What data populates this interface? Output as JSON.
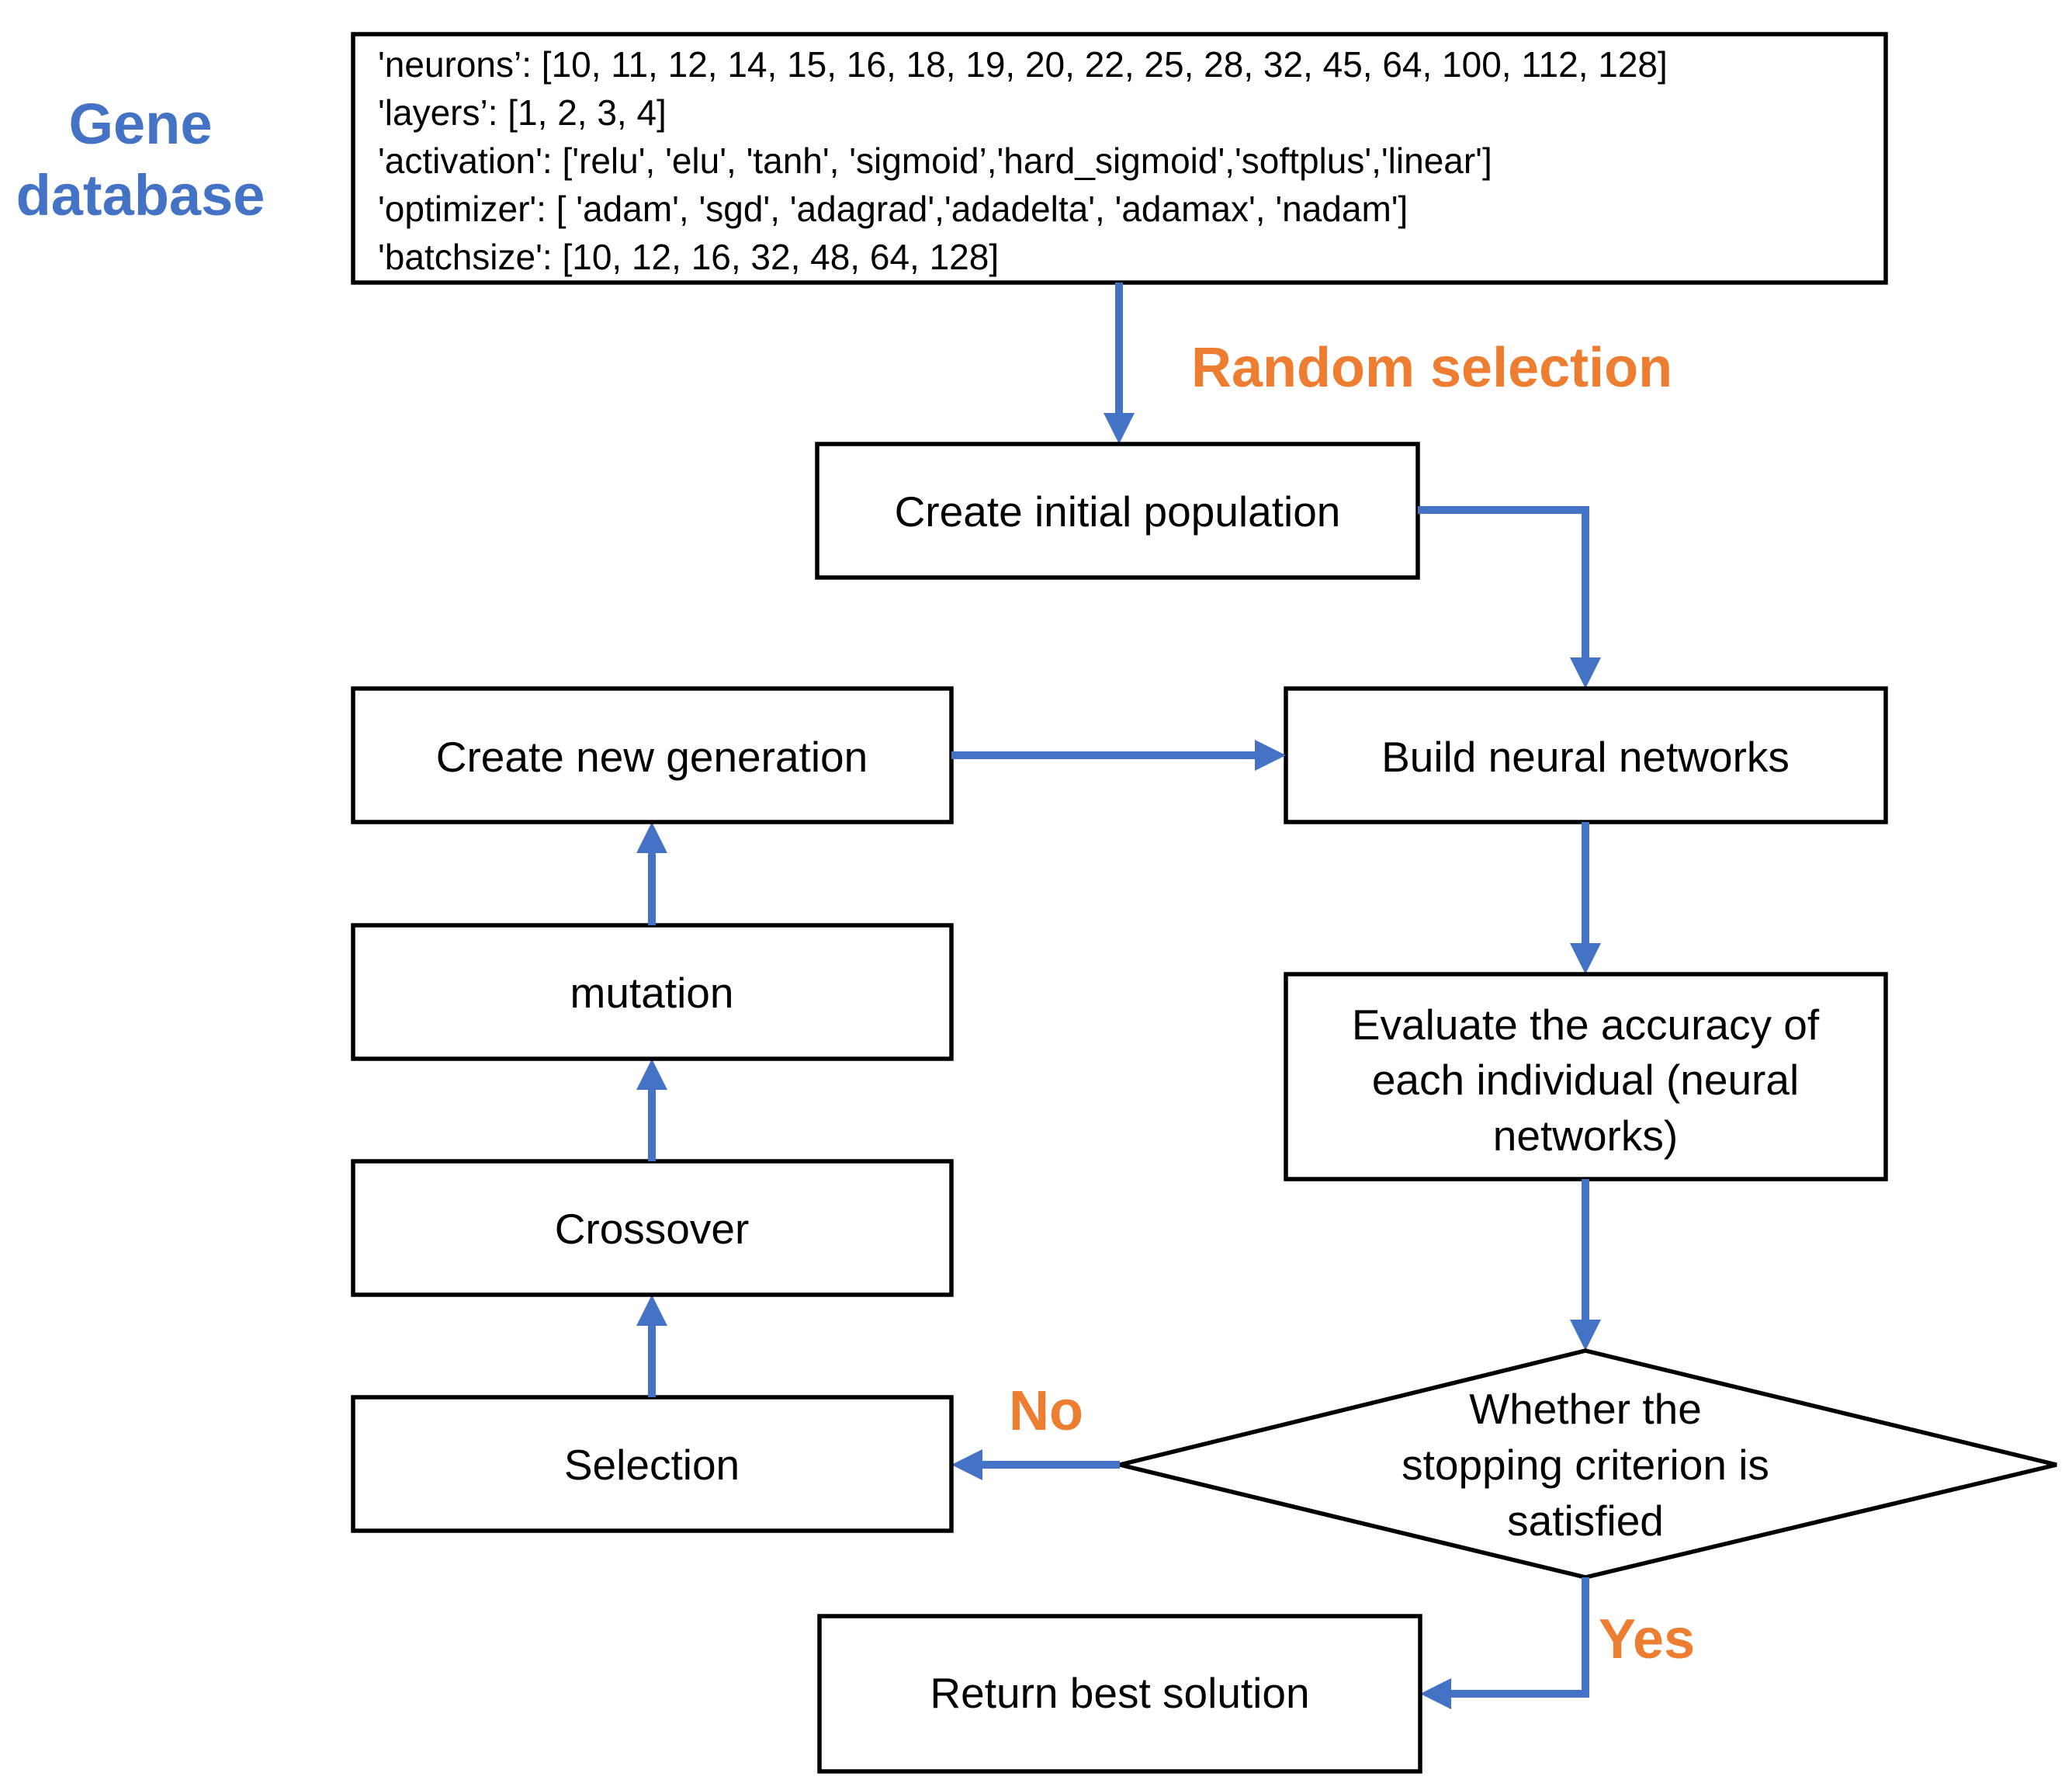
{
  "gene_database": {
    "title_line1": "Gene",
    "title_line2": "database",
    "lines": [
      "'neurons’: [10, 11, 12, 14, 15, 16, 18, 19, 20, 22, 25, 28, 32, 45, 64, 100, 112, 128]",
      "'layers’: [1, 2, 3, 4]",
      "'activation': ['relu', 'elu', 'tanh', 'sigmoid’,'hard_sigmoid','softplus','linear']",
      "'optimizer': [ 'adam', 'sgd', 'adagrad','adadelta', 'adamax', 'nadam']",
      "'batchsize': [10, 12, 16, 32, 48, 64, 128]"
    ]
  },
  "labels": {
    "random_selection": "Random selection",
    "no": "No",
    "yes": "Yes"
  },
  "nodes": {
    "create_initial_population": "Create initial population",
    "build_neural_networks": "Build neural networks",
    "evaluate": [
      "Evaluate the accuracy of",
      "each individual (neural",
      "networks)"
    ],
    "stopping_criterion": [
      "Whether the",
      "stopping criterion is",
      "satisfied"
    ],
    "return_best_solution": "Return best solution",
    "selection": "Selection",
    "crossover": "Crossover",
    "mutation": "mutation",
    "create_new_generation": "Create new generation"
  },
  "colors": {
    "flow_arrow": "#4472c4",
    "gene_database_title": "#4472c4",
    "annotation": "#ed7d31"
  }
}
